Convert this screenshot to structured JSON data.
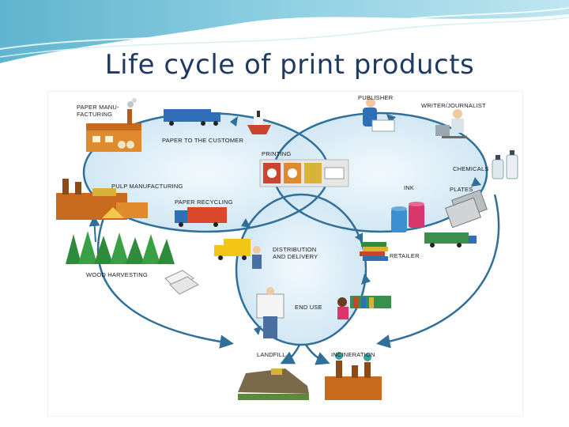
{
  "slide": {
    "title": "Life cycle of print products"
  },
  "diagram": {
    "labels": {
      "paper_manufacturing_1": "PAPER MANU-",
      "paper_manufacturing_2": "FACTURING",
      "paper_to_customer": "PAPER TO THE CUSTOMER",
      "publisher": "PUBLISHER",
      "writer_journalist": "WRITER/JOURNALIST",
      "printing": "PRINTING",
      "chemicals": "CHEMICALS",
      "pulp_manufacturing": "PULP MANUFACTURING",
      "ink": "INK",
      "plates": "PLATES",
      "paper_recycling": "PAPER RECYCLING",
      "wood_harvesting": "WOOD HARVESTING",
      "distribution_1": "DISTRIBUTION",
      "distribution_2": "AND DELIVERY",
      "retailer": "RETAILER",
      "end_use": "END USE",
      "landfill": "LANDFILL",
      "incineration": "INCINERATION"
    },
    "colors": {
      "arrow": "#2f6f99",
      "loop_fill": "#cfe6f3",
      "header_wave": "#7fc3d9"
    }
  }
}
